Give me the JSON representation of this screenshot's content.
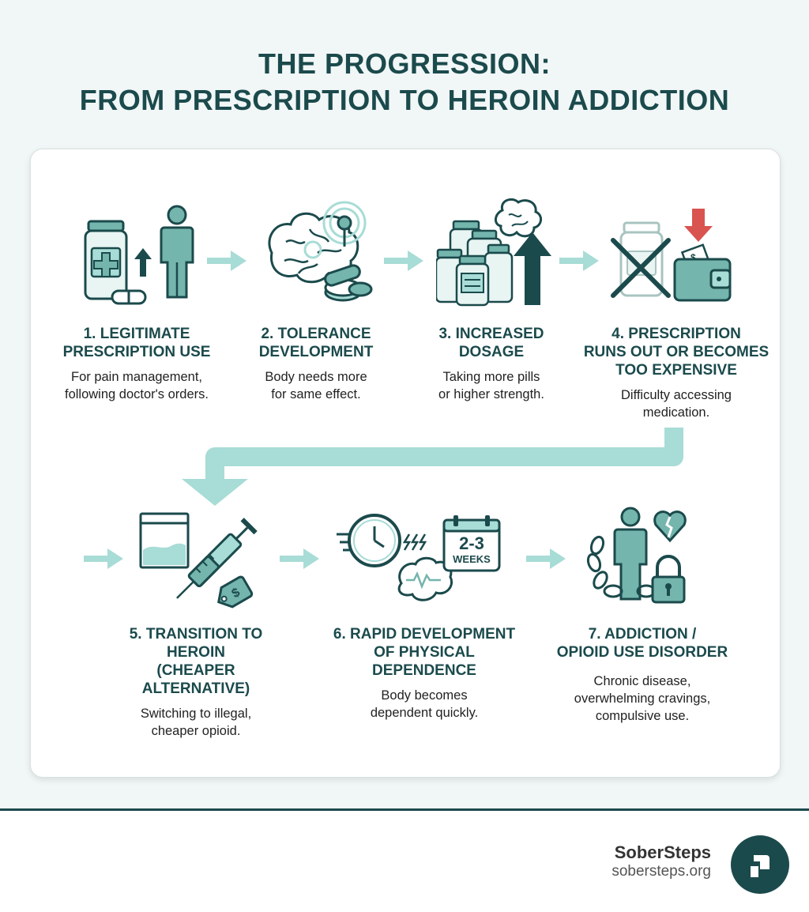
{
  "title": {
    "line1": "THE PROGRESSION:",
    "line2": "FROM PRESCRIPTION TO HEROIN ADDICTION"
  },
  "steps": [
    {
      "heading": [
        "1. LEGITIMATE",
        "PRESCRIPTION USE"
      ],
      "desc": [
        "For pain management,",
        "following doctor's orders."
      ]
    },
    {
      "heading": [
        "2. TOLERANCE",
        "DEVELOPMENT"
      ],
      "desc": [
        "Body needs more",
        "for same effect."
      ]
    },
    {
      "heading": [
        "3. INCREASED",
        "DOSAGE"
      ],
      "desc": [
        "Taking more pills",
        "or higher strength."
      ]
    },
    {
      "heading": [
        "4. PRESCRIPTION",
        "RUNS OUT OR BECOMES",
        "TOO EXPENSIVE"
      ],
      "desc": [
        "Difficulty accessing",
        "medication."
      ]
    },
    {
      "heading": [
        "5. TRANSITION TO",
        "HEROIN",
        "(CHEAPER ALTERNATIVE)"
      ],
      "desc": [
        "Switching to illegal,",
        "cheaper opioid."
      ]
    },
    {
      "heading": [
        "6. RAPID DEVELOPMENT",
        "OF PHYSICAL",
        "DEPENDENCE"
      ],
      "desc": [
        "Body becomes",
        "dependent quickly."
      ]
    },
    {
      "heading": [
        "7. ADDICTION /",
        "OPIOID USE DISORDER"
      ],
      "desc": [
        "Chronic disease,",
        "overwhelming cravings,",
        "compulsive use."
      ]
    }
  ],
  "calendar": {
    "range": "2-3",
    "unit": "WEEKS"
  },
  "price_tag_symbol": "$",
  "brand": {
    "name": "SoberSteps",
    "url": "sobersteps.org"
  },
  "colors": {
    "teal_dark": "#1b4a4c",
    "teal_fill": "#74b5ad",
    "teal_light": "#a8dcd6",
    "alert_red": "#d9534f"
  }
}
